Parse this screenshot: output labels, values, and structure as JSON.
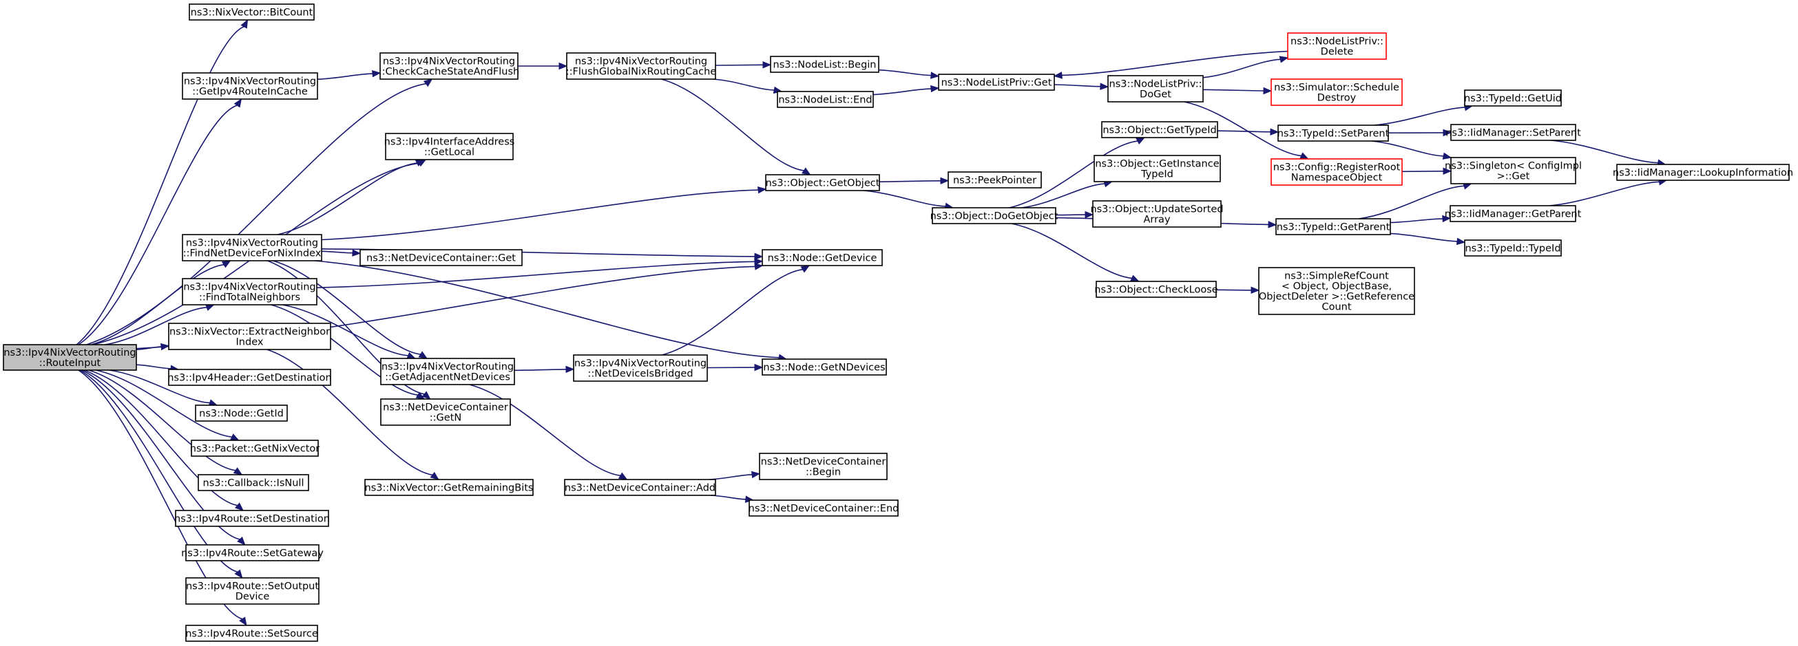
{
  "nodes": {
    "root": [
      "ns3::Ipv4NixVectorRouting",
      "::RouteInput"
    ],
    "bitcount": [
      "ns3::NixVector::BitCount"
    ],
    "getipv4route": [
      "ns3::Ipv4NixVectorRouting",
      "::GetIpv4RouteInCache"
    ],
    "checkcache": [
      "ns3::Ipv4NixVectorRouting",
      "::CheckCacheStateAndFlush"
    ],
    "flushglobal": [
      "ns3::Ipv4NixVectorRouting",
      "::FlushGlobalNixRoutingCache"
    ],
    "nodelistbegin": [
      "ns3::NodeList::Begin"
    ],
    "nodelistend": [
      "ns3::NodeList::End"
    ],
    "nodelistprivget": [
      "ns3::NodeListPriv::Get"
    ],
    "nodelistprivdoget": [
      "ns3::NodeListPriv::",
      "DoGet"
    ],
    "nodelistprivdelete": [
      "ns3::NodeListPriv::",
      "Delete"
    ],
    "simschedule": [
      "ns3::Simulator::Schedule",
      "Destroy"
    ],
    "configregister": [
      "ns3::Config::RegisterRoot",
      "NamespaceObject"
    ],
    "getlocal": [
      "ns3::Ipv4InterfaceAddress",
      "::GetLocal"
    ],
    "findnetdevice": [
      "ns3::Ipv4NixVectorRouting",
      "::FindNetDeviceForNixIndex"
    ],
    "getobject": [
      "ns3::Object::GetObject"
    ],
    "peekpointer": [
      "ns3::PeekPointer"
    ],
    "dogetobject": [
      "ns3::Object::DoGetObject"
    ],
    "gettypeid": [
      "ns3::Object::GetTypeId"
    ],
    "getinstancetypeid": [
      "ns3::Object::GetInstance",
      "TypeId"
    ],
    "updatesorted": [
      "ns3::Object::UpdateSorted",
      "Array"
    ],
    "checkloose": [
      "ns3::Object::CheckLoose"
    ],
    "simplerefcount": [
      "ns3::SimpleRefCount",
      "< Object, ObjectBase,",
      "ObjectDeleter >::GetReference",
      "Count"
    ],
    "typeidsetparent": [
      "ns3::TypeId::SetParent"
    ],
    "typeidgetparent": [
      "ns3::TypeId::GetParent"
    ],
    "typeidgetuid": [
      "ns3::TypeId::GetUid"
    ],
    "iidsetparent": [
      "ns3::IidManager::SetParent"
    ],
    "iidgetparent": [
      "ns3::IidManager::GetParent"
    ],
    "singletonget": [
      "ns3::Singleton< ConfigImpl",
      " >::Get"
    ],
    "iidlookup": [
      "ns3::IidManager::LookupInformation"
    ],
    "typeidtypeid": [
      "ns3::TypeId::TypeId"
    ],
    "netdevcontainerget": [
      "ns3::NetDeviceContainer::Get"
    ],
    "nodegetdevice": [
      "ns3::Node::GetDevice"
    ],
    "findtotalneighbors": [
      "ns3::Ipv4NixVectorRouting",
      "::FindTotalNeighbors"
    ],
    "extractneighbor": [
      "ns3::NixVector::ExtractNeighbor",
      "Index"
    ],
    "getadjacent": [
      "ns3::Ipv4NixVectorRouting",
      "::GetAdjacentNetDevices"
    ],
    "netdeviceisbridged": [
      "ns3::Ipv4NixVectorRouting",
      "::NetDeviceIsBridged"
    ],
    "nodegetndevices": [
      "ns3::Node::GetNDevices"
    ],
    "netdevcontainergetn": [
      "ns3::NetDeviceContainer",
      "::GetN"
    ],
    "ipv4headergetdest": [
      "ns3::Ipv4Header::GetDestination"
    ],
    "nodegetid": [
      "ns3::Node::GetId"
    ],
    "packetgetnix": [
      "ns3::Packet::GetNixVector"
    ],
    "callbackisnull": [
      "ns3::Callback::IsNull"
    ],
    "getremainingbits": [
      "ns3::NixVector::GetRemainingBits"
    ],
    "netdevcontaineradd": [
      "ns3::NetDeviceContainer::Add"
    ],
    "netdevcontainerbegin": [
      "ns3::NetDeviceContainer",
      "::Begin"
    ],
    "netdevcontainerend": [
      "ns3::NetDeviceContainer::End"
    ],
    "setdestination": [
      "ns3::Ipv4Route::SetDestination"
    ],
    "setgateway": [
      "ns3::Ipv4Route::SetGateway"
    ],
    "setoutputdevice": [
      "ns3::Ipv4Route::SetOutput",
      "Device"
    ],
    "setsource": [
      "ns3::Ipv4Route::SetSource"
    ]
  },
  "colors": {
    "edge": "#191970",
    "box_border": "#000000",
    "root_fill": "#bfbfbf",
    "truncated_border": "#ff0000"
  }
}
